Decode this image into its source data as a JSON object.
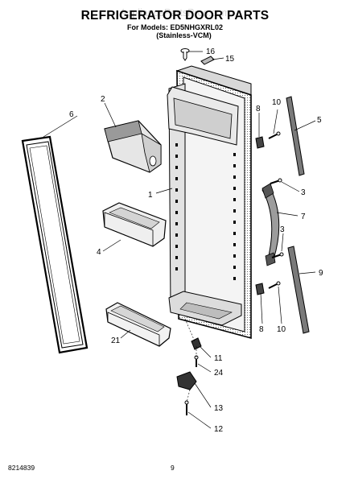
{
  "header": {
    "title": "REFRIGERATOR DOOR PARTS",
    "watermark": "AppliancePartsPros.com",
    "models_line": "For Models: ED5NHGXRL02",
    "finish_line": "(Stainless-VCM)"
  },
  "footer": {
    "doc_number": "8214839",
    "page_number": "9"
  },
  "callouts": [
    {
      "id": "callout-16",
      "number": "16"
    },
    {
      "id": "callout-15",
      "number": "15"
    },
    {
      "id": "callout-2",
      "number": "2"
    },
    {
      "id": "callout-6",
      "number": "6"
    },
    {
      "id": "callout-8-top",
      "number": "8"
    },
    {
      "id": "callout-10-top",
      "number": "10"
    },
    {
      "id": "callout-5",
      "number": "5"
    },
    {
      "id": "callout-1",
      "number": "1"
    },
    {
      "id": "callout-3-top",
      "number": "3"
    },
    {
      "id": "callout-7",
      "number": "7"
    },
    {
      "id": "callout-3-bottom",
      "number": "3"
    },
    {
      "id": "callout-4",
      "number": "4"
    },
    {
      "id": "callout-9",
      "number": "9"
    },
    {
      "id": "callout-8-bottom",
      "number": "8"
    },
    {
      "id": "callout-10-bottom",
      "number": "10"
    },
    {
      "id": "callout-11",
      "number": "11"
    },
    {
      "id": "callout-21",
      "number": "21"
    },
    {
      "id": "callout-24",
      "number": "24"
    },
    {
      "id": "callout-13",
      "number": "13"
    },
    {
      "id": "callout-12",
      "number": "12"
    }
  ]
}
